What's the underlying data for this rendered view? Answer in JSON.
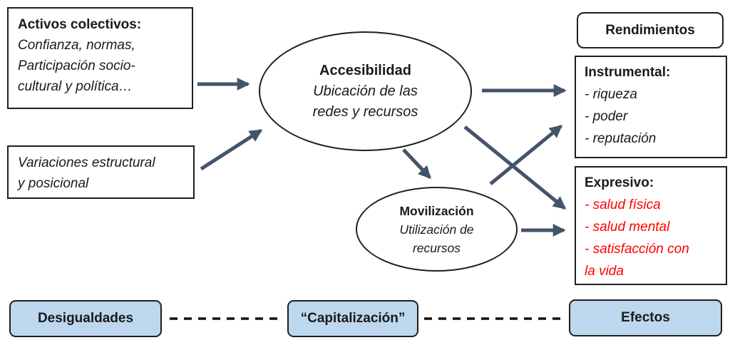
{
  "colors": {
    "arrow": "#44546A",
    "red_text": "#FF0000",
    "pill_fill": "#BDD7EE",
    "border": "#1F1F1F"
  },
  "boxes": {
    "activos": {
      "title": "Activos colectivos:",
      "body": "Confianza, normas,\nParticipación socio-\ncultural y política…"
    },
    "variaciones": {
      "body": "Variaciones estructural\ny posicional"
    },
    "rendimientos": {
      "title": "Rendimientos"
    },
    "instrumental": {
      "title": "Instrumental:",
      "items": "- riqueza\n- poder\n- reputación"
    },
    "expresivo": {
      "title": "Expresivo:",
      "items": "- salud física\n- salud mental\n- satisfacción con\nla vida"
    }
  },
  "ellipses": {
    "accesibilidad": {
      "title": "Accesibilidad",
      "subtitle": "Ubicación de las\nredes y recursos"
    },
    "movilizacion": {
      "title": "Movilización",
      "subtitle": "Utilización de\nrecursos"
    }
  },
  "bottom_row": {
    "desigualdades": "Desigualdades",
    "capitalizacion": "“Capitalización”",
    "efectos": "Efectos"
  }
}
